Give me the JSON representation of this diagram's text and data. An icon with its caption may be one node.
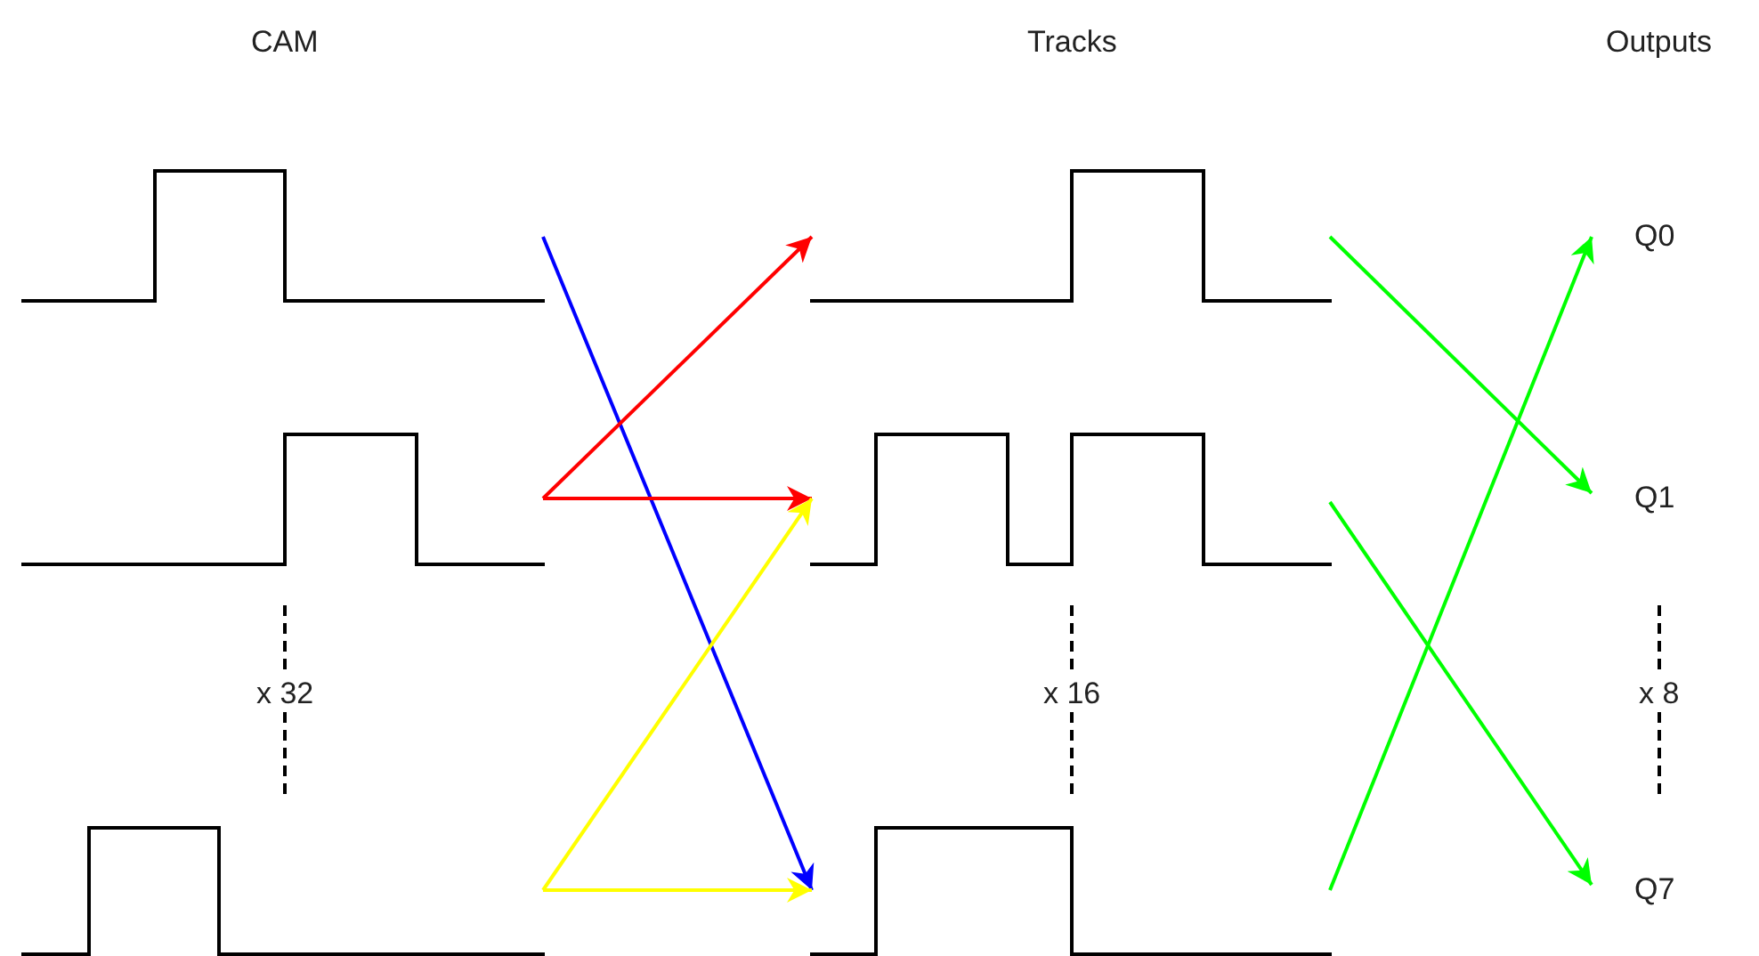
{
  "diagram": {
    "nodes": [
      {
        "text": [],
        "shape": "waveform"
      },
      {
        "text": [],
        "shape": "waveform"
      },
      {
        "text": [
          "Q0"
        ]
      },
      {
        "text": [],
        "shape": "waveform"
      },
      {
        "text": [],
        "shape": "waveform"
      },
      {
        "text": [
          "Q1"
        ]
      },
      {
        "text": [],
        "shape": "waveform"
      },
      {
        "text": [],
        "shape": "waveform"
      },
      {
        "text": [
          "Q7"
        ]
      }
    ],
    "edges": [
      {
        "from": 0,
        "to": 7,
        "arrow": "to",
        "color": "#0000ff"
      },
      {
        "from": 3,
        "to": 1,
        "arrow": "to",
        "color": "#ff0000"
      },
      {
        "from": 3,
        "to": 4,
        "arrow": "to",
        "color": "#ff0000"
      },
      {
        "from": 6,
        "to": 4,
        "arrow": "to",
        "color": "#ffff00"
      },
      {
        "from": 6,
        "to": 7,
        "arrow": "to",
        "color": "#ffff00"
      },
      {
        "from": 1,
        "to": 5,
        "arrow": "to",
        "color": "#00ff00"
      },
      {
        "from": 4,
        "to": 8,
        "arrow": "to",
        "color": "#00ff00"
      },
      {
        "from": 7,
        "to": 2,
        "arrow": "to",
        "color": "#00ff00"
      }
    ],
    "labels": [
      "CAM",
      "Tracks",
      "Outputs",
      "x 32",
      "x 16",
      "x 8"
    ]
  }
}
